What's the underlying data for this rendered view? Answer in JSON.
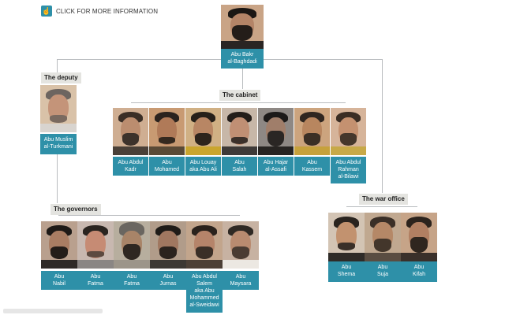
{
  "header": {
    "more_info_label": "CLICK FOR MORE INFORMATION",
    "icon": "hand-pointer-icon"
  },
  "colors": {
    "accent": "#2e90a8",
    "section_bg": "#e4e4e0",
    "line": "#b9bcbf"
  },
  "leader": {
    "name_lines": [
      "Abu Bakr",
      "al-Baghdadi"
    ]
  },
  "deputy": {
    "label": "The deputy",
    "members": [
      {
        "name_lines": [
          "Abu Muslim",
          "al-Turkmani"
        ]
      }
    ]
  },
  "cabinet": {
    "label": "The cabinet",
    "members": [
      {
        "name_lines": [
          "Abu Abdul",
          "Kadr"
        ]
      },
      {
        "name_lines": [
          "Abu",
          "Mohamed"
        ]
      },
      {
        "name_lines": [
          "Abu Louay",
          "aka Abu Ali"
        ]
      },
      {
        "name_lines": [
          "Abu",
          "Salah"
        ]
      },
      {
        "name_lines": [
          "Abu Hajar",
          "al-Assafi"
        ]
      },
      {
        "name_lines": [
          "Abu",
          "Kassem"
        ]
      },
      {
        "name_lines": [
          "Abu Abdul",
          "Rahman",
          "al-Bilawi"
        ]
      }
    ]
  },
  "governors": {
    "label": "The governors",
    "members": [
      {
        "name_lines": [
          "Abu",
          "Nabil"
        ]
      },
      {
        "name_lines": [
          "Abu",
          "Fatma"
        ]
      },
      {
        "name_lines": [
          "Abu",
          "Fatma"
        ]
      },
      {
        "name_lines": [
          "Abu",
          "Jurnas"
        ]
      },
      {
        "name_lines": [
          "Abu Abdul",
          "Salem",
          "aka Abu",
          "Mohammed",
          "al-Sweidawi"
        ]
      },
      {
        "name_lines": [
          "Abu",
          "Maysara"
        ]
      }
    ]
  },
  "war_office": {
    "label": "The war office",
    "members": [
      {
        "name_lines": [
          "Abu",
          "Shema"
        ]
      },
      {
        "name_lines": [
          "Abu",
          "Suja"
        ]
      },
      {
        "name_lines": [
          "Abu",
          "Kifah"
        ]
      }
    ]
  }
}
